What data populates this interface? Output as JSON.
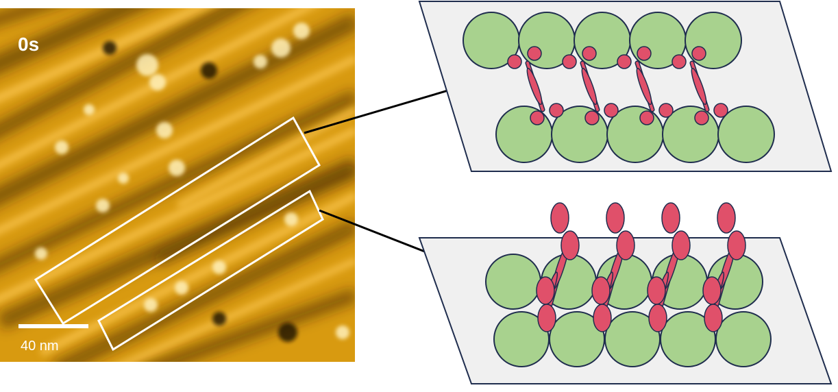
{
  "afm_image": {
    "time_label": "0s",
    "scale_bar_label": "40 nm",
    "colors": {
      "base": "#d89a10",
      "bright": "#fff0b8",
      "dark": "#3a2000",
      "frame": "#ffffff"
    }
  },
  "schematics": {
    "colors": {
      "panel_fill": "#f0f0f0",
      "panel_stroke": "#1f2d4e",
      "sphere_fill": "#a8d28e",
      "sphere_stroke": "#1f2d4e",
      "molecule_fill": "#e0506a",
      "molecule_stroke": "#1f2d4e",
      "connector": "#000000"
    },
    "top_panel": {
      "spheres_per_row": 5,
      "molecules": 4,
      "state": "lying"
    },
    "bottom_panel": {
      "spheres_per_row": 5,
      "molecules": 4,
      "state": "standing"
    }
  }
}
